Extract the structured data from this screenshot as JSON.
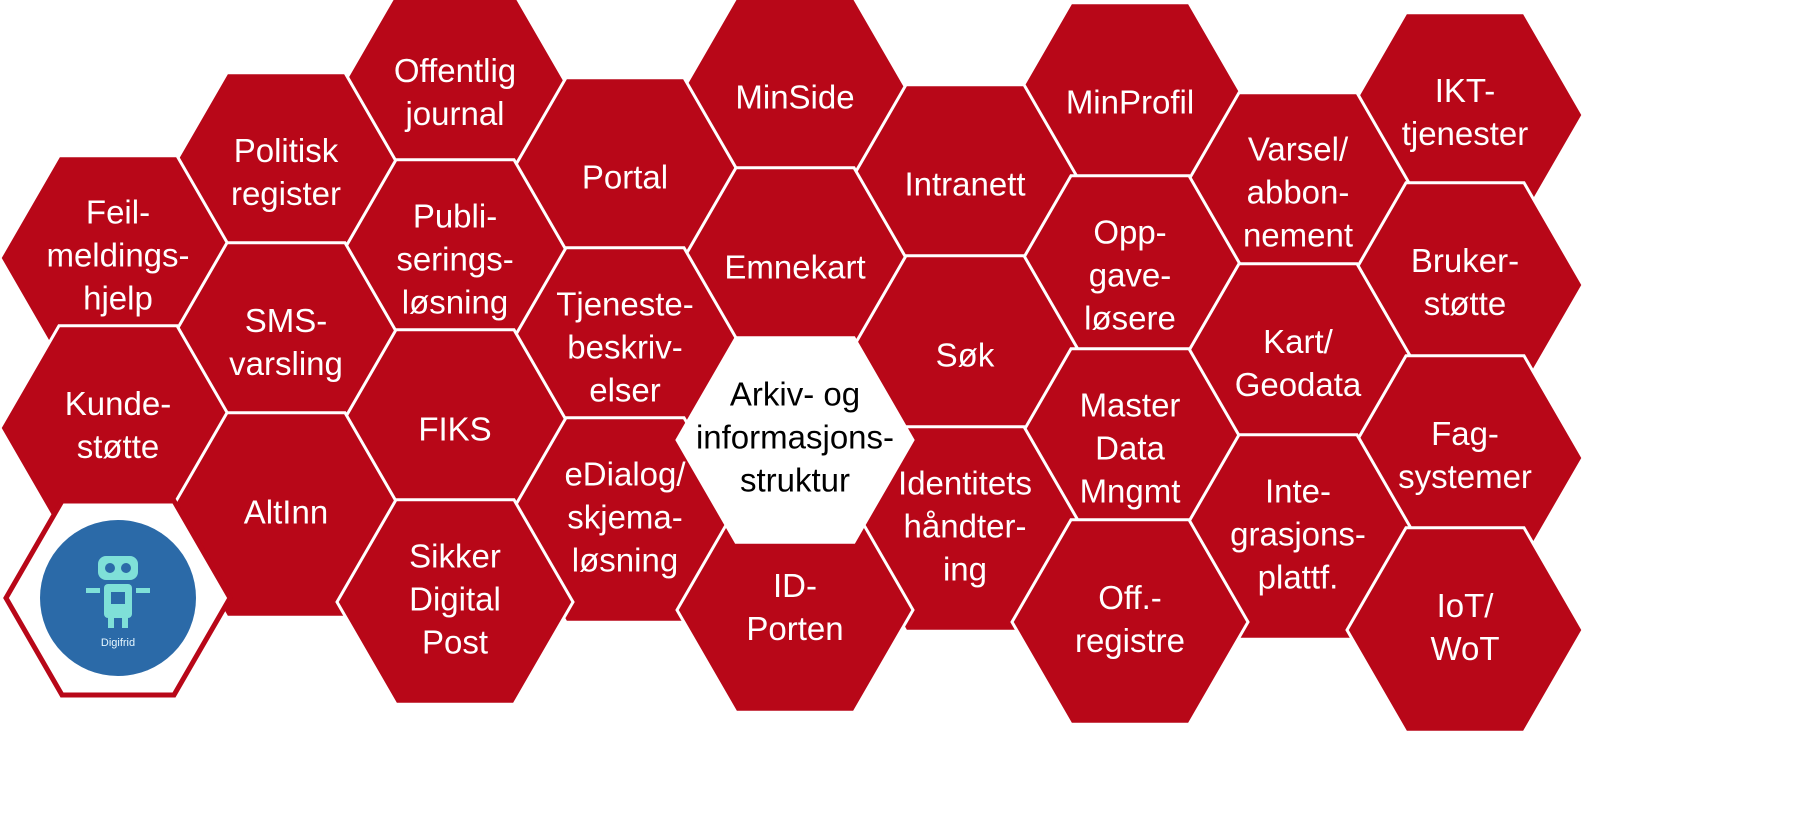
{
  "colors": {
    "hex_fill": "#b80718",
    "center_fill": "#ffffff",
    "center_text": "#000000",
    "hex_text": "#ffffff",
    "logo_circle": "#2b6aa8",
    "logo_robot": "#7fe0d8"
  },
  "center": {
    "lines": [
      "Arkiv- og",
      "informasjons-",
      "struktur"
    ]
  },
  "logo": {
    "text": "Digifrid",
    "icon": "robot-icon"
  },
  "hexes": [
    {
      "id": "offentlig-journal",
      "lines": [
        "Offentlig",
        "journal"
      ]
    },
    {
      "id": "minside",
      "lines": [
        "MinSide"
      ]
    },
    {
      "id": "minprofil",
      "lines": [
        "MinProfil"
      ]
    },
    {
      "id": "ikt-tjenester",
      "lines": [
        "IKT-",
        "tjenester"
      ]
    },
    {
      "id": "politisk-register",
      "lines": [
        "Politisk",
        "register"
      ]
    },
    {
      "id": "portal",
      "lines": [
        "Portal"
      ]
    },
    {
      "id": "intranett",
      "lines": [
        "Intranett"
      ]
    },
    {
      "id": "varsel-abbonnement",
      "lines": [
        "Varsel/",
        "abbon-",
        "nement"
      ]
    },
    {
      "id": "feilmeldingshjelp",
      "lines": [
        "Feil-",
        "meldings-",
        "hjelp"
      ]
    },
    {
      "id": "publiseringslosning",
      "lines": [
        "Publi-",
        "serings-",
        "løsning"
      ]
    },
    {
      "id": "emnekart",
      "lines": [
        "Emnekart"
      ]
    },
    {
      "id": "oppgavelosere",
      "lines": [
        "Opp-",
        "gave-",
        "løsere"
      ]
    },
    {
      "id": "brukerstotte",
      "lines": [
        "Bruker-",
        "støtte"
      ]
    },
    {
      "id": "sms-varsling",
      "lines": [
        "SMS-",
        "varsling"
      ]
    },
    {
      "id": "tjenestebeskrivelser",
      "lines": [
        "Tjeneste-",
        "beskriv-",
        "elser"
      ]
    },
    {
      "id": "sok",
      "lines": [
        "Søk"
      ]
    },
    {
      "id": "kart-geodata",
      "lines": [
        "Kart/",
        "Geodata"
      ]
    },
    {
      "id": "kundestotte",
      "lines": [
        "Kunde-",
        "støtte"
      ]
    },
    {
      "id": "fiks",
      "lines": [
        "FIKS"
      ]
    },
    {
      "id": "master-data-mngmt",
      "lines": [
        "Master",
        "Data",
        "Mngmt"
      ]
    },
    {
      "id": "fagsystemer",
      "lines": [
        "Fag-",
        "systemer"
      ]
    },
    {
      "id": "altinn",
      "lines": [
        "AltInn"
      ]
    },
    {
      "id": "edialog-skjemalosning",
      "lines": [
        "eDialog/",
        "skjema-",
        "løsning"
      ]
    },
    {
      "id": "identitetshandtering",
      "lines": [
        "Identitets",
        "håndter-",
        "ing"
      ]
    },
    {
      "id": "integrasjonsplattf",
      "lines": [
        "Inte-",
        "grasjons-",
        "plattf."
      ]
    },
    {
      "id": "sikker-digital-post",
      "lines": [
        "Sikker",
        "Digital",
        "Post"
      ]
    },
    {
      "id": "id-porten",
      "lines": [
        "ID-",
        "Porten"
      ]
    },
    {
      "id": "off-registre",
      "lines": [
        "Off.-",
        "registre"
      ]
    },
    {
      "id": "iot-wot",
      "lines": [
        "IoT/",
        "WoT"
      ]
    }
  ]
}
